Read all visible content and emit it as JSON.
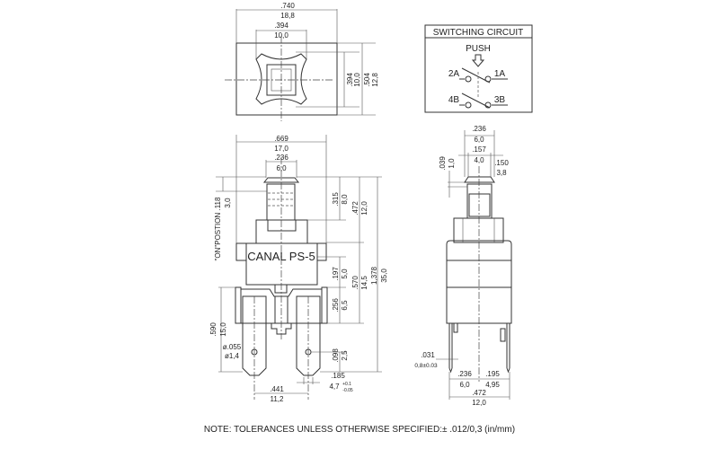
{
  "top_view": {
    "width_in": ".740",
    "width_mm": "18,8",
    "button_in": ".394",
    "button_mm": "10,0",
    "inner_h_in": ".394",
    "inner_h_mm": "10,0",
    "outer_h_in": ".504",
    "outer_h_mm": "12,8"
  },
  "circuit": {
    "title": "SWITCHING CIRCUIT",
    "push": "PUSH",
    "t2a": "2A",
    "t1a": "1A",
    "t4b": "4B",
    "t3b": "3B"
  },
  "front_view": {
    "label": "CANAL  PS-5",
    "w_in": ".669",
    "w_mm": "17,0",
    "cap_in": ".236",
    "cap_mm": "6,0",
    "on_pos": "\"ON\"POSTION .118",
    "on_pos_mm": "3,0",
    "d315": ".315",
    "d8": "8,0",
    "d472": ".472",
    "d12": "12,0",
    "d197": ".197",
    "d5": "5,0",
    "d570": ".570",
    "d145": "14,5",
    "d1378": "1,378",
    "d35": "35,0",
    "d256": ".256",
    "d65": "6,5",
    "d098": ".098",
    "d25": "2,5",
    "d590": ".590",
    "d15": "15,0",
    "hole_in": "ø.055",
    "hole_mm": "ø1,4",
    "d185": ".185",
    "d47": "4,7",
    "tol_plus": "+0.1",
    "tol_minus": "-0.05",
    "d441": ".441",
    "d112": "11,2"
  },
  "side_view": {
    "d236": ".236",
    "d6": "6,0",
    "d157": ".157",
    "d4": "4,0",
    "d150": ".150",
    "d38": "3,8",
    "d039": ".039",
    "d1": "1,0",
    "d031": ".031",
    "d08": "0,8±0.03",
    "b236": ".236",
    "b6": "6,0",
    "b195": ".195",
    "b495": "4,95",
    "b472": ".472",
    "b12": "12,0"
  },
  "note": "NOTE: TOLERANCES UNLESS OTHERWISE SPECIFIED:± .012/0,3 (in/mm)"
}
